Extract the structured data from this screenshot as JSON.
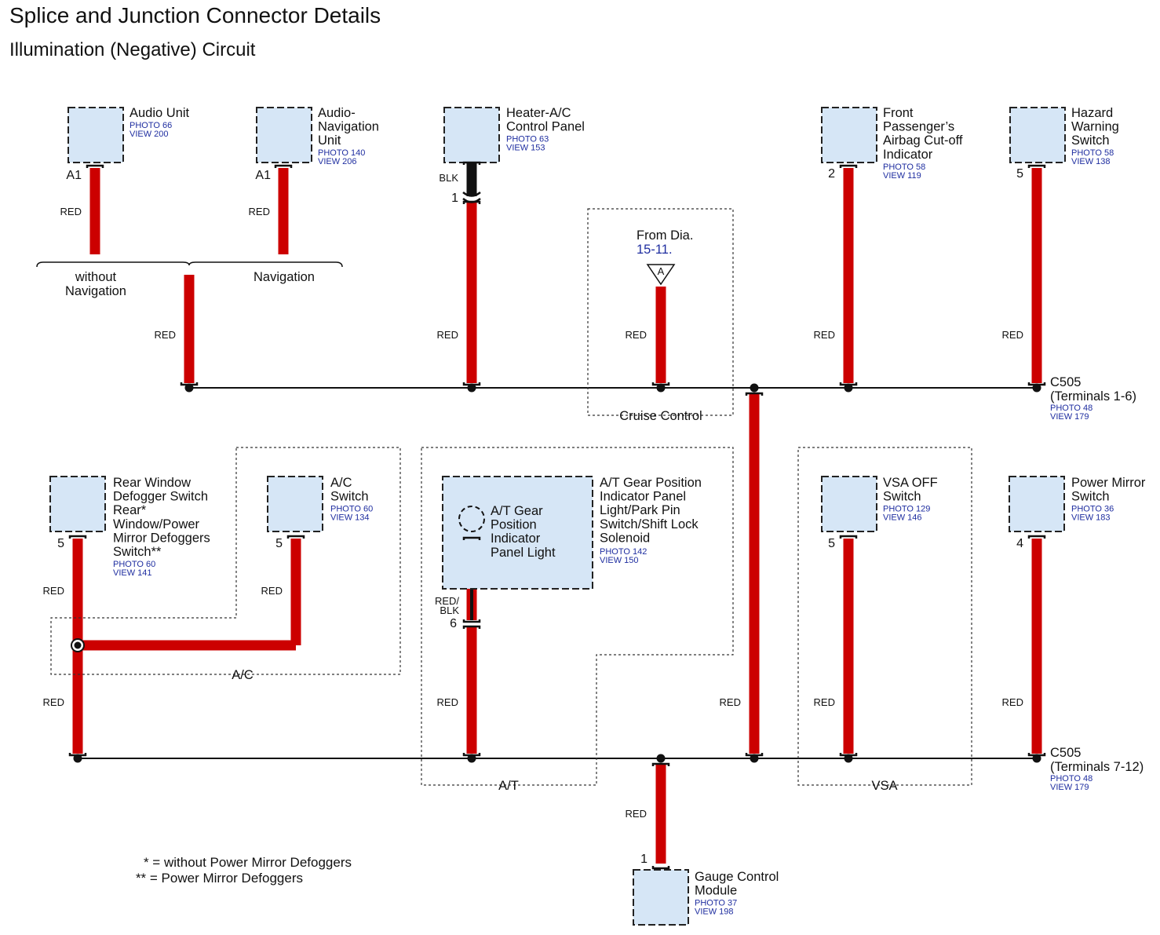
{
  "title": "Splice and Junction Connector Details",
  "subtitle": "Illumination (Negative) Circuit",
  "colors": {
    "wire_red": "#cc0000",
    "wire_black": "#111111",
    "component_fill": "#d6e6f6",
    "ref_blue": "#1f2ea0"
  },
  "components": {
    "audio_unit": {
      "name": [
        "Audio Unit"
      ],
      "photo": "PHOTO 66",
      "view": "VIEW 200",
      "pin": "A1",
      "wire": "RED"
    },
    "audio_nav_unit": {
      "name": [
        "Audio-",
        "Navigation",
        "Unit"
      ],
      "photo": "PHOTO 140",
      "view": "VIEW 206",
      "pin": "A1",
      "wire": "RED"
    },
    "heater_ac": {
      "name": [
        "Heater-A/C",
        "Control Panel"
      ],
      "photo": "PHOTO 63",
      "view": "VIEW 153",
      "wire_top": "BLK",
      "pin": "1",
      "wire": "RED"
    },
    "front_passenger": {
      "name": [
        "Front",
        "Passenger’s",
        "Airbag Cut-off",
        "Indicator"
      ],
      "photo": "PHOTO 58",
      "view": "VIEW 119",
      "pin": "2",
      "wire": "RED"
    },
    "hazard": {
      "name": [
        "Hazard",
        "Warning",
        "Switch"
      ],
      "photo": "PHOTO 58",
      "view": "VIEW 138",
      "pin": "5",
      "wire": "RED"
    },
    "rear_window": {
      "name": [
        "Rear Window",
        "Defogger Switch",
        "Rear*",
        "Window/Power",
        "Mirror Defoggers",
        "Switch**"
      ],
      "photo": "PHOTO 60",
      "view": "VIEW 141",
      "pin": "5",
      "wire": "RED"
    },
    "ac_switch": {
      "name": [
        "A/C",
        "Switch"
      ],
      "photo": "PHOTO 60",
      "view": "VIEW 134",
      "pin": "5",
      "wire": "RED"
    },
    "at_gear": {
      "name": [
        "A/T Gear Position",
        "Indicator Panel",
        "Light/Park Pin",
        "Switch/Shift Lock",
        "Solenoid"
      ],
      "photo": "PHOTO 142",
      "view": "VIEW 150",
      "inner": [
        "A/T Gear",
        "Position",
        "Indicator",
        "Panel Light"
      ],
      "wire_top": [
        "RED/",
        "BLK"
      ],
      "pin": "6",
      "wire": "RED"
    },
    "vsa_off": {
      "name": [
        "VSA OFF",
        "Switch"
      ],
      "photo": "PHOTO 129",
      "view": "VIEW 146",
      "pin": "5",
      "wire": "RED"
    },
    "power_mirror": {
      "name": [
        "Power Mirror",
        "Switch"
      ],
      "photo": "PHOTO 36",
      "view": "VIEW 183",
      "pin": "4",
      "wire": "RED"
    },
    "gauge": {
      "name": [
        "Gauge Control",
        "Module"
      ],
      "photo": "PHOTO 37",
      "view": "VIEW 198",
      "pin": "1",
      "wire": "RED"
    }
  },
  "branches": {
    "without_nav": [
      "without",
      "Navigation"
    ],
    "nav": "Navigation",
    "merged_wire": "RED"
  },
  "cruise": {
    "from": "From Dia.",
    "ref": "15-11.",
    "tri": "A",
    "wire": "RED",
    "label": "Cruise Control"
  },
  "groups": {
    "ac": "A/C",
    "at": "A/T",
    "vsa": "VSA"
  },
  "middle_wire": "RED",
  "rear_lower_wire": "RED",
  "c505_top": {
    "name": "C505",
    "terms": "(Terminals 1-6)",
    "photo": "PHOTO 48",
    "view": "VIEW 179"
  },
  "c505_bot": {
    "name": "C505",
    "terms": "(Terminals 7-12)",
    "photo": "PHOTO 48",
    "view": "VIEW 179"
  },
  "notes": [
    "* = without Power Mirror Defoggers",
    "** = Power Mirror Defoggers"
  ]
}
